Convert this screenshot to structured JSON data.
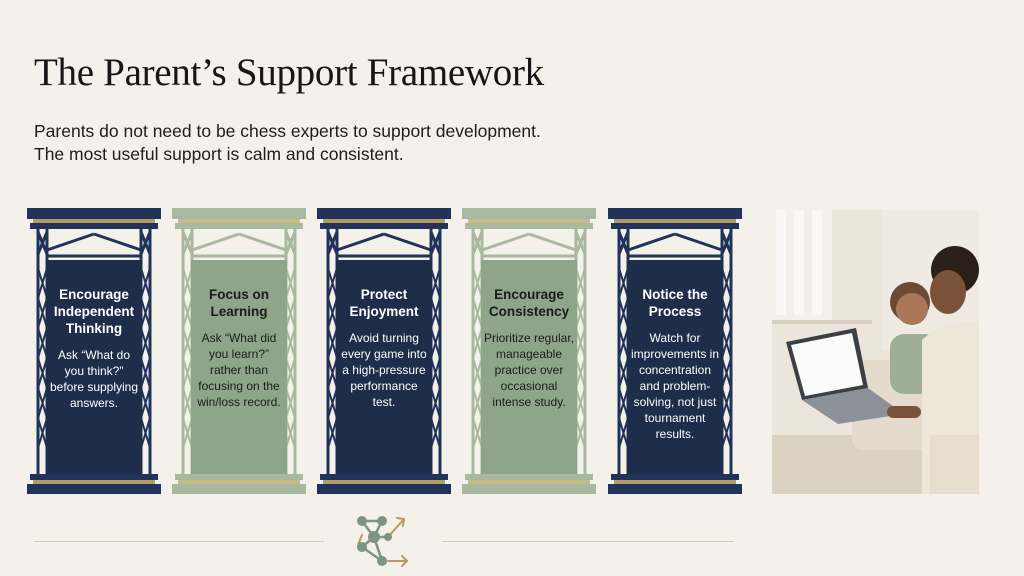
{
  "title": "The Parent’s Support Framework",
  "subtitle": {
    "line1": "Parents do not need to be chess experts to support development.",
    "line2": "The most useful support is calm and consistent."
  },
  "pillars": [
    {
      "heading": "Encourage Independent Thinking",
      "body": "Ask “What do you think?” before supplying answers.",
      "theme": "navy"
    },
    {
      "heading": "Focus on Learning",
      "body": "Ask “What did you learn?” rather than focusing on the win/loss record.",
      "theme": "green"
    },
    {
      "heading": "Protect Enjoyment",
      "body": "Avoid turning every game into a high-pressure performance test.",
      "theme": "navy"
    },
    {
      "heading": "Encourage Consistency",
      "body": "Prioritize regular, manageable practice over occasional intense study.",
      "theme": "green"
    },
    {
      "heading": "Notice the Process",
      "body": "Watch for improvements in concentration and problem-solving, not just tournament results.",
      "theme": "navy"
    }
  ],
  "colors": {
    "background": "#f4f0ea",
    "navy": "#1e2d4a",
    "navy_frame": "#22335a",
    "sage": "#8fa58a",
    "sage_frame": "#a9b99f",
    "brass": "#b49a63"
  },
  "icons": {
    "logo": "network-arrows-icon"
  }
}
